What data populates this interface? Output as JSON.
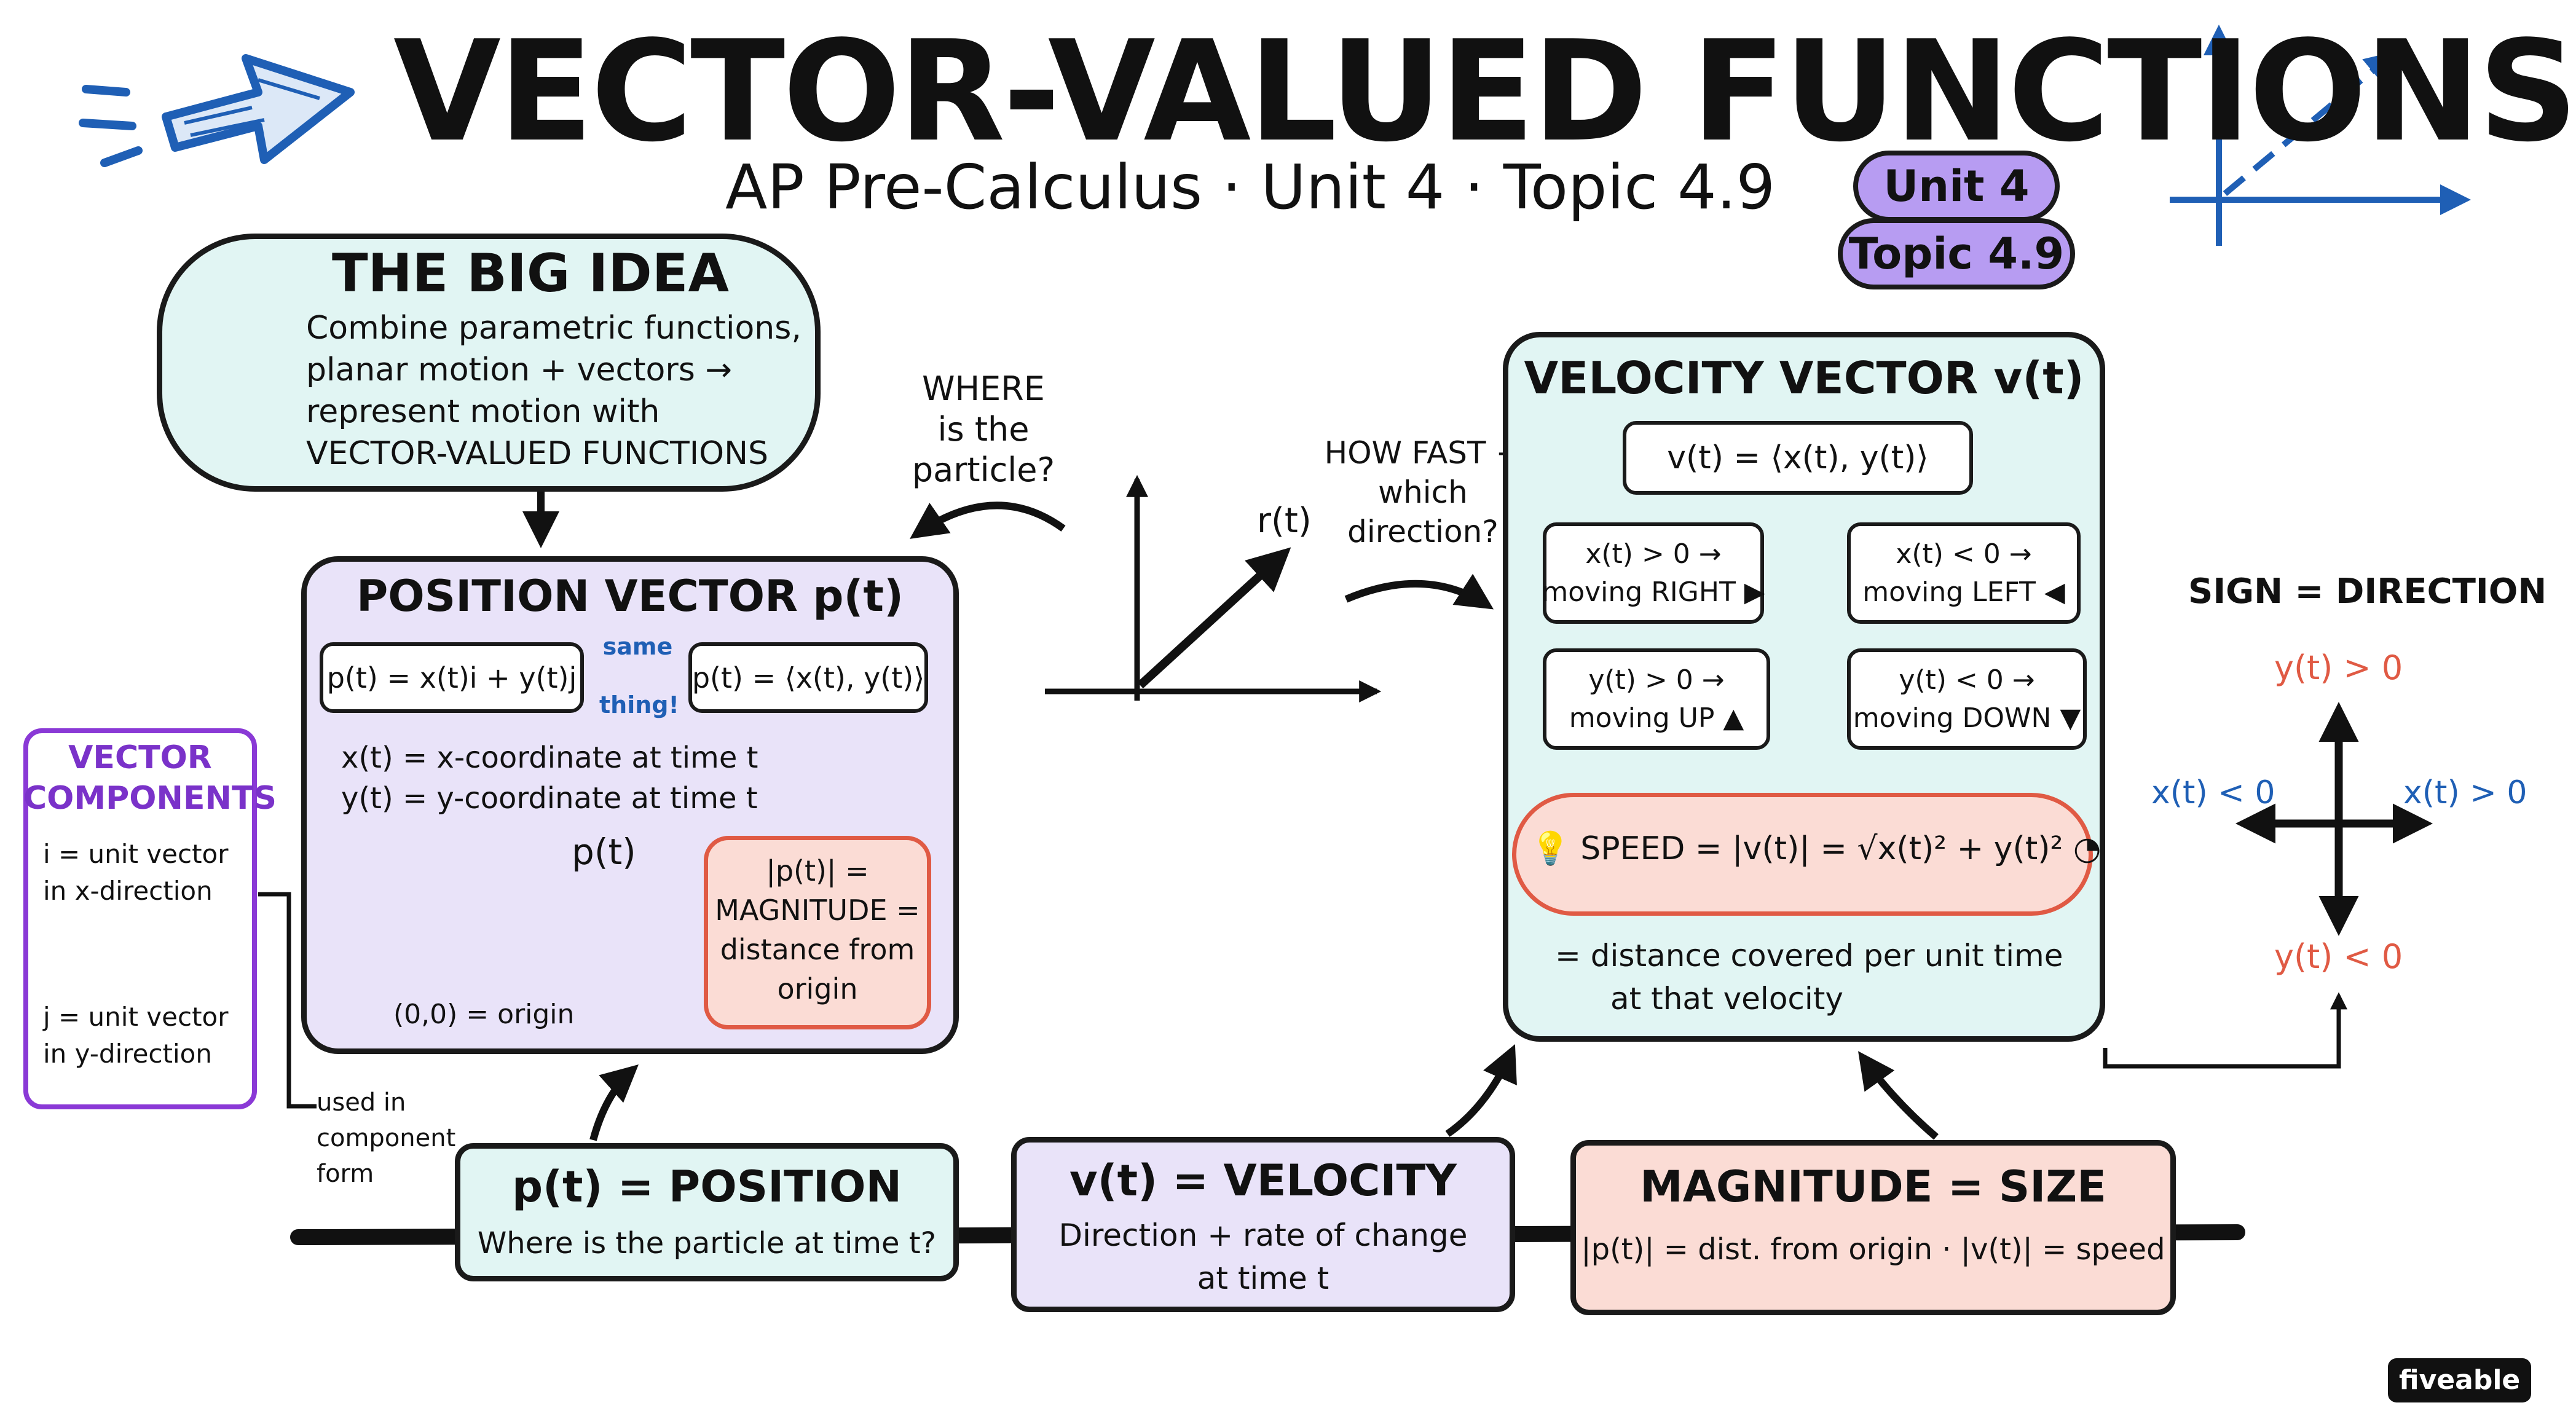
{
  "title": "VECTOR-VALUED FUNCTIONS",
  "subtitle": "AP Pre-Calculus · Unit 4 · Topic 4.9",
  "badges": {
    "unit": "Unit 4",
    "topic": "Topic 4.9"
  },
  "big_idea": {
    "heading": "THE BIG IDEA",
    "lines": [
      "Combine parametric functions,",
      "planar motion + vectors →",
      "represent motion with",
      "VECTOR-VALUED FUNCTIONS"
    ],
    "icon": "lightbulb-icon"
  },
  "position": {
    "heading": "POSITION VECTOR p(t)",
    "form1": "p(t) = x(t)i + y(t)j",
    "form2": "p(t) = ⟨x(t), y(t)⟩",
    "same_top": "same",
    "same_bottom": "thing!",
    "def_x": "x(t)  =  x-coordinate at time t",
    "def_y": "y(t)  =  y-coordinate at time t",
    "graph_label": "p(t)",
    "origin_label": "(0,0) = origin",
    "magnitude_lines": [
      "|p(t)| =",
      "MAGNITUDE =",
      "distance from",
      "origin"
    ]
  },
  "components": {
    "heading_lines": [
      "VECTOR",
      "COMPONENTS"
    ],
    "i_lines": [
      "i = unit vector",
      "in x-direction"
    ],
    "j_lines": [
      "j = unit vector",
      "in y-direction"
    ],
    "used_lines": [
      "used in",
      "component",
      "form"
    ]
  },
  "where_lines": [
    "WHERE",
    "is the",
    "particle?"
  ],
  "howfast_lines": [
    "HOW FAST +",
    "which",
    "direction?"
  ],
  "center_graph_label": "r(t)",
  "velocity": {
    "heading": "VELOCITY VECTOR v(t)",
    "formula": "v(t)  =  ⟨x(t), y(t)⟩",
    "right_lines": [
      "x(t) > 0 →",
      "moving RIGHT ▶"
    ],
    "left_lines": [
      "x(t) < 0 →",
      "moving LEFT ◀"
    ],
    "up_lines": [
      "y(t) > 0 →",
      "moving UP ▲"
    ],
    "down_lines": [
      "y(t) < 0 →",
      "moving DOWN ▼"
    ],
    "speed": "SPEED = |v(t)| = √x(t)² + y(t)²",
    "speed_note_lines": [
      "= distance covered per unit time",
      "at that velocity"
    ]
  },
  "sign": {
    "heading": "SIGN  =  DIRECTION",
    "up": "y(t) > 0",
    "down": "y(t) < 0",
    "left": "x(t) < 0",
    "right": "x(t) > 0"
  },
  "bottom": {
    "position": {
      "title": "p(t)  =  POSITION",
      "desc": "Where is the particle at time t?"
    },
    "velocity": {
      "title": "v(t)  =  VELOCITY",
      "desc_lines": [
        "Direction + rate of change",
        "at time t"
      ]
    },
    "magnitude": {
      "title": "MAGNITUDE  =  SIZE",
      "desc": "|p(t)| = dist. from origin · |v(t)| = speed"
    }
  },
  "logo": "fiveable",
  "colors": {
    "lavender": "#e9e3f9",
    "mint": "#e1f5f3",
    "peach": "#fbdcd5",
    "badge": "#b79cf2",
    "blue": "#1f5fb5",
    "red": "#e05a44",
    "purple": "#8a39d6"
  }
}
